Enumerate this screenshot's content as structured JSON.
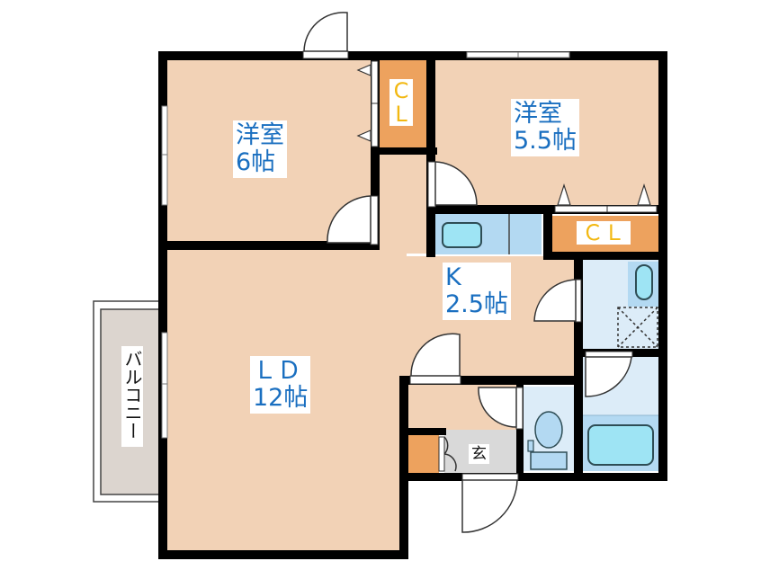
{
  "floor_plan": {
    "rooms": {
      "western_room_1": {
        "name": "洋室",
        "size": "6帖"
      },
      "western_room_2": {
        "name": "洋室",
        "size": "5.5帖"
      },
      "kitchen": {
        "name": "K",
        "size": "2.5帖"
      },
      "living_dining": {
        "name": "ＬＤ",
        "size": "12帖"
      },
      "closet_1": {
        "label_c": "C",
        "label_l": "L"
      },
      "closet_2": {
        "label": "ＣＬ"
      },
      "entrance": {
        "label": "玄"
      },
      "balcony": {
        "label": "バルコニー"
      }
    },
    "colors": {
      "room_floor": "#f2d2b6",
      "closet": "#eda25e",
      "wet_area": "#dcecf8",
      "fixture": "#b3d9f2",
      "fixture_inner": "#9ee4f4",
      "entrance_floor": "#d9d9d9",
      "balcony_floor": "#dcd5cf",
      "wall": "#000000",
      "label_text": "#1a6fc0",
      "closet_text": "#f2b812"
    }
  }
}
